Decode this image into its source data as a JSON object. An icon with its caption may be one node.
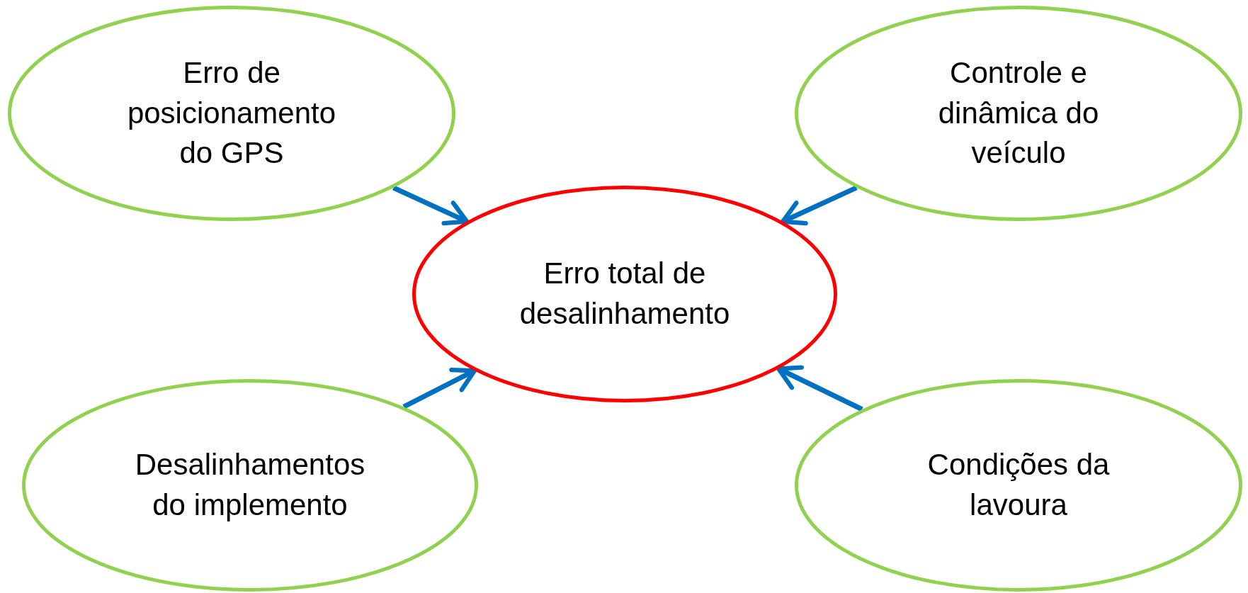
{
  "diagram": {
    "nodes": [
      {
        "text": [
          "Erro de posicionamento do GPS"
        ]
      },
      {
        "text": [
          "Controle e dinâmica do veículo"
        ]
      },
      {
        "text": [
          "Erro total de desalinhamento"
        ]
      },
      {
        "text": [
          "Desalinhamentos do implemento"
        ]
      },
      {
        "text": [
          "Condições da lavoura"
        ]
      }
    ],
    "edges": [
      {
        "from": 0,
        "to": 2,
        "arrow": "to"
      },
      {
        "from": 1,
        "to": 2,
        "arrow": "to"
      },
      {
        "from": 3,
        "to": 2,
        "arrow": "to"
      },
      {
        "from": 4,
        "to": 2,
        "arrow": "to"
      }
    ]
  }
}
